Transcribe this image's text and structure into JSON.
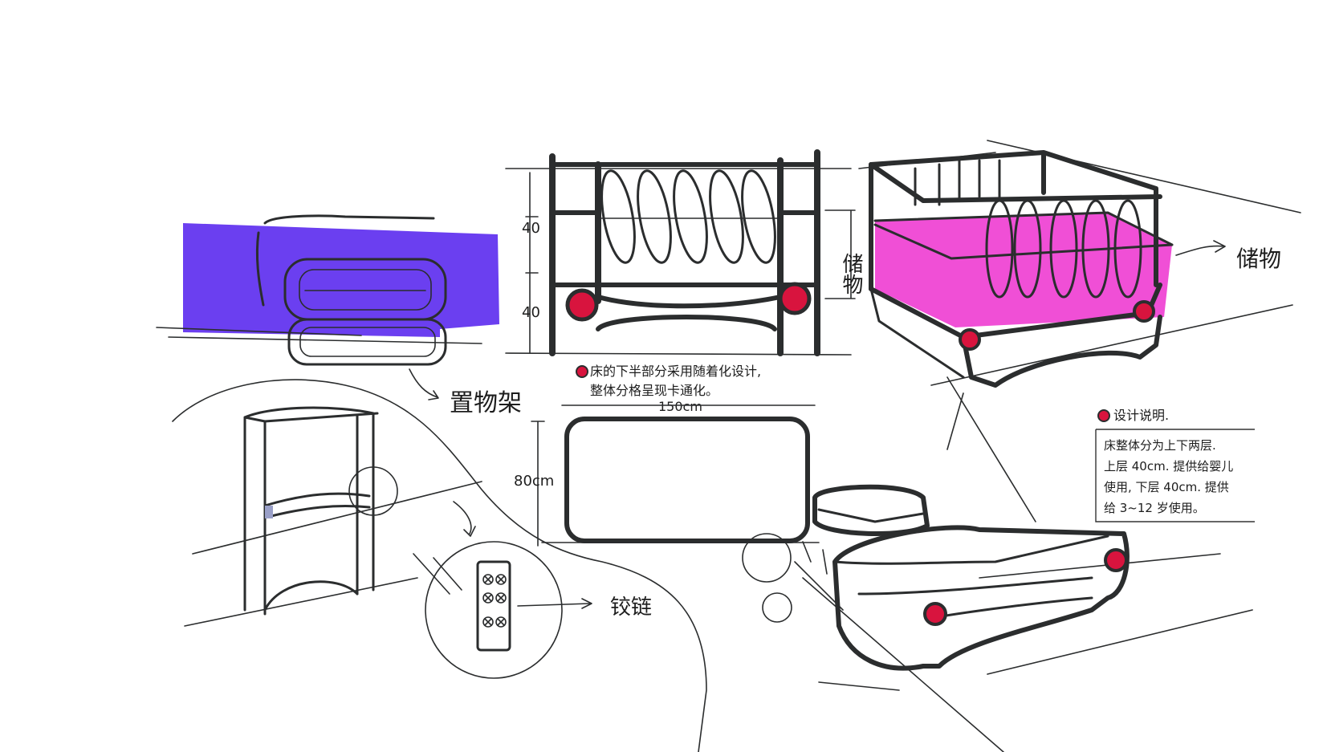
{
  "colors": {
    "ink": "#2b2d2e",
    "violet_marker": "#6b3ff0",
    "magenta_marker": "#f04fd6",
    "wheel_red": "#d8143e",
    "paper": "#ffffff"
  },
  "labels": {
    "shelf_label": "置物架",
    "storage_label_left": "储物",
    "storage_label_right": "储物",
    "hinge_label": "铰链",
    "dim_top_a": "40",
    "dim_top_b": "40",
    "dim_width": "150cm",
    "dim_height": "80cm"
  },
  "notes": {
    "center_line1": "床的下半部分采用随着化设计,",
    "center_line2": "整体分格呈现卡通化。",
    "design_title": "设计说明.",
    "design_lines": [
      "床整体分为上下两层.",
      "上层 40cm. 提供给婴儿",
      "使用, 下层 40cm. 提供",
      "给 3~12 岁使用。"
    ]
  }
}
